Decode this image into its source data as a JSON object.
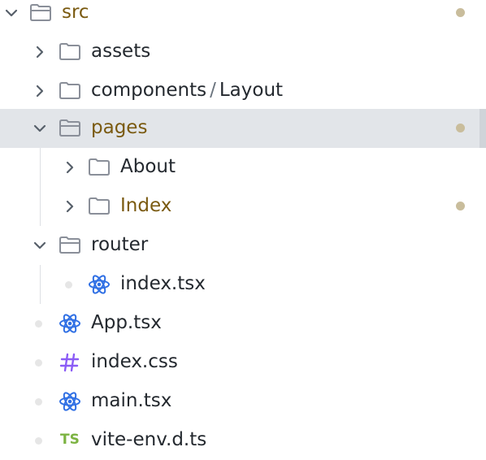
{
  "colors": {
    "selected_row_bg": "#e2e5e9",
    "modified_text": "#7a5a10",
    "modified_dot": "#c9bd9c",
    "folder_stroke": "#8a8f99",
    "react_icon": "#2f6fe4",
    "css_icon": "#8b5cf6",
    "ts_icon": "#7cb342"
  },
  "tree": {
    "src": {
      "label": "src",
      "icon": "folder-open-icon",
      "modified": true
    },
    "assets": {
      "label": "assets",
      "icon": "folder-icon"
    },
    "components": {
      "label": "components",
      "separator": "/",
      "child": "Layout",
      "icon": "folder-icon"
    },
    "pages": {
      "label": "pages",
      "icon": "folder-open-icon",
      "modified": true,
      "selected": true
    },
    "about": {
      "label": "About",
      "icon": "folder-icon"
    },
    "index_folder": {
      "label": "Index",
      "icon": "folder-icon",
      "modified": true
    },
    "router": {
      "label": "router",
      "icon": "folder-open-icon"
    },
    "router_index": {
      "label": "index.tsx",
      "icon": "react-icon"
    },
    "app": {
      "label": "App.tsx",
      "icon": "react-icon"
    },
    "index_css": {
      "label": "index.css",
      "icon": "hash-icon",
      "glyph": "#"
    },
    "main": {
      "label": "main.tsx",
      "icon": "react-icon"
    },
    "vite_env": {
      "label": "vite-env.d.ts",
      "icon": "ts-icon",
      "glyph": "TS"
    }
  }
}
